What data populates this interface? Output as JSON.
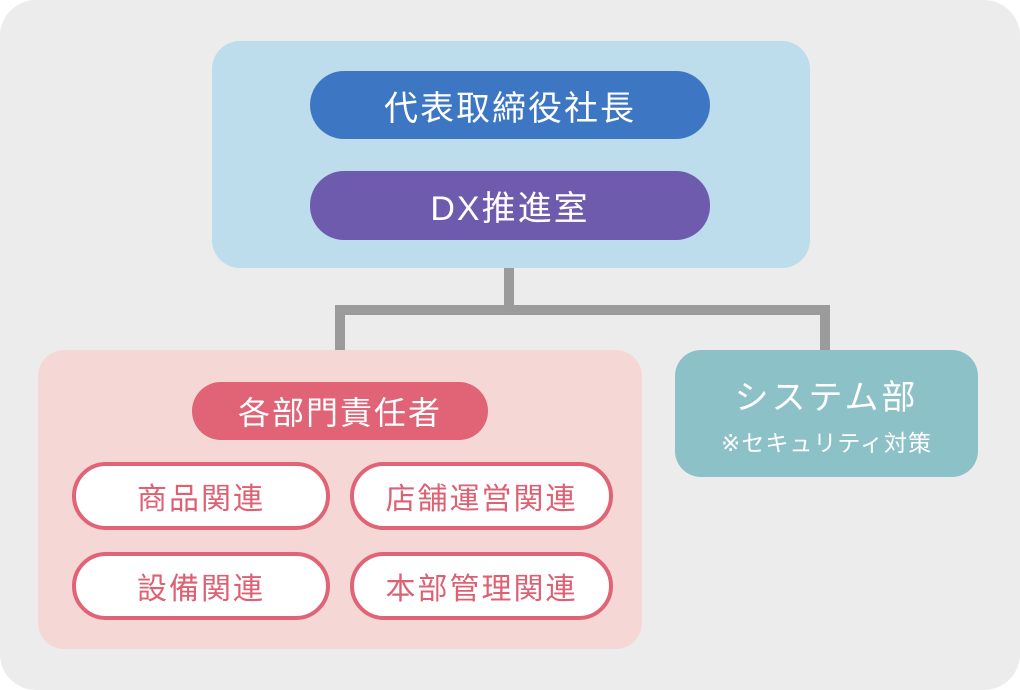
{
  "colors": {
    "page_bg": "#ffffff",
    "canvas_bg": "#ececec",
    "executive_group_bg": "#bddcec",
    "president_pill_bg": "#3d77c4",
    "dx_pill_bg": "#6e5bae",
    "connector": "#9b9b9b",
    "departments_group_bg": "#f5d8d6",
    "departments_header_bg": "#e06376",
    "department_pill_border": "#e06376",
    "department_pill_text": "#dd6173",
    "system_box_bg": "#8bc1c7",
    "node_text": "#ffffff"
  },
  "org_chart": {
    "executive": {
      "president_label": "代表取締役社長",
      "dx_office_label": "DX推進室"
    },
    "departments": {
      "header_label": "各部門責任者",
      "items": [
        {
          "label": "商品関連"
        },
        {
          "label": "店舗運営関連"
        },
        {
          "label": "設備関連"
        },
        {
          "label": "本部管理関連"
        }
      ]
    },
    "system": {
      "title": "システム部",
      "note": "※セキュリティ対策"
    }
  }
}
